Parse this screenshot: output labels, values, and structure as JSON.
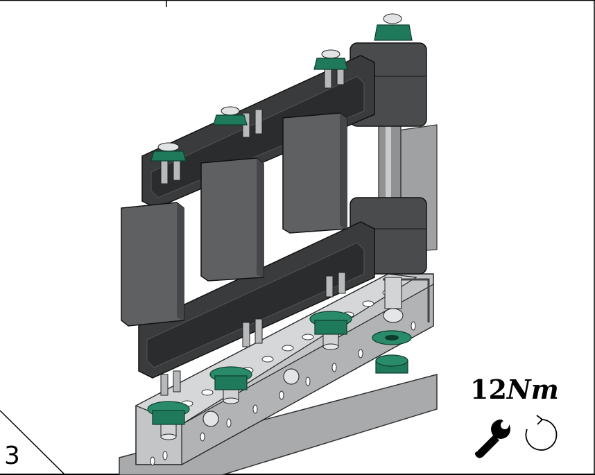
{
  "step": {
    "number": "3"
  },
  "torque": {
    "value": "12",
    "unit": "Nm"
  },
  "icons": {
    "wrench": "wrench-icon",
    "rotation": "clockwise-rotation-icon"
  },
  "colors": {
    "part_dark": "#3e3f41",
    "part_mid": "#5a5b5d",
    "nut_green": "#1f7a5c",
    "bolt_silver": "#c9cbcd",
    "rail": "#b9bbbd"
  }
}
